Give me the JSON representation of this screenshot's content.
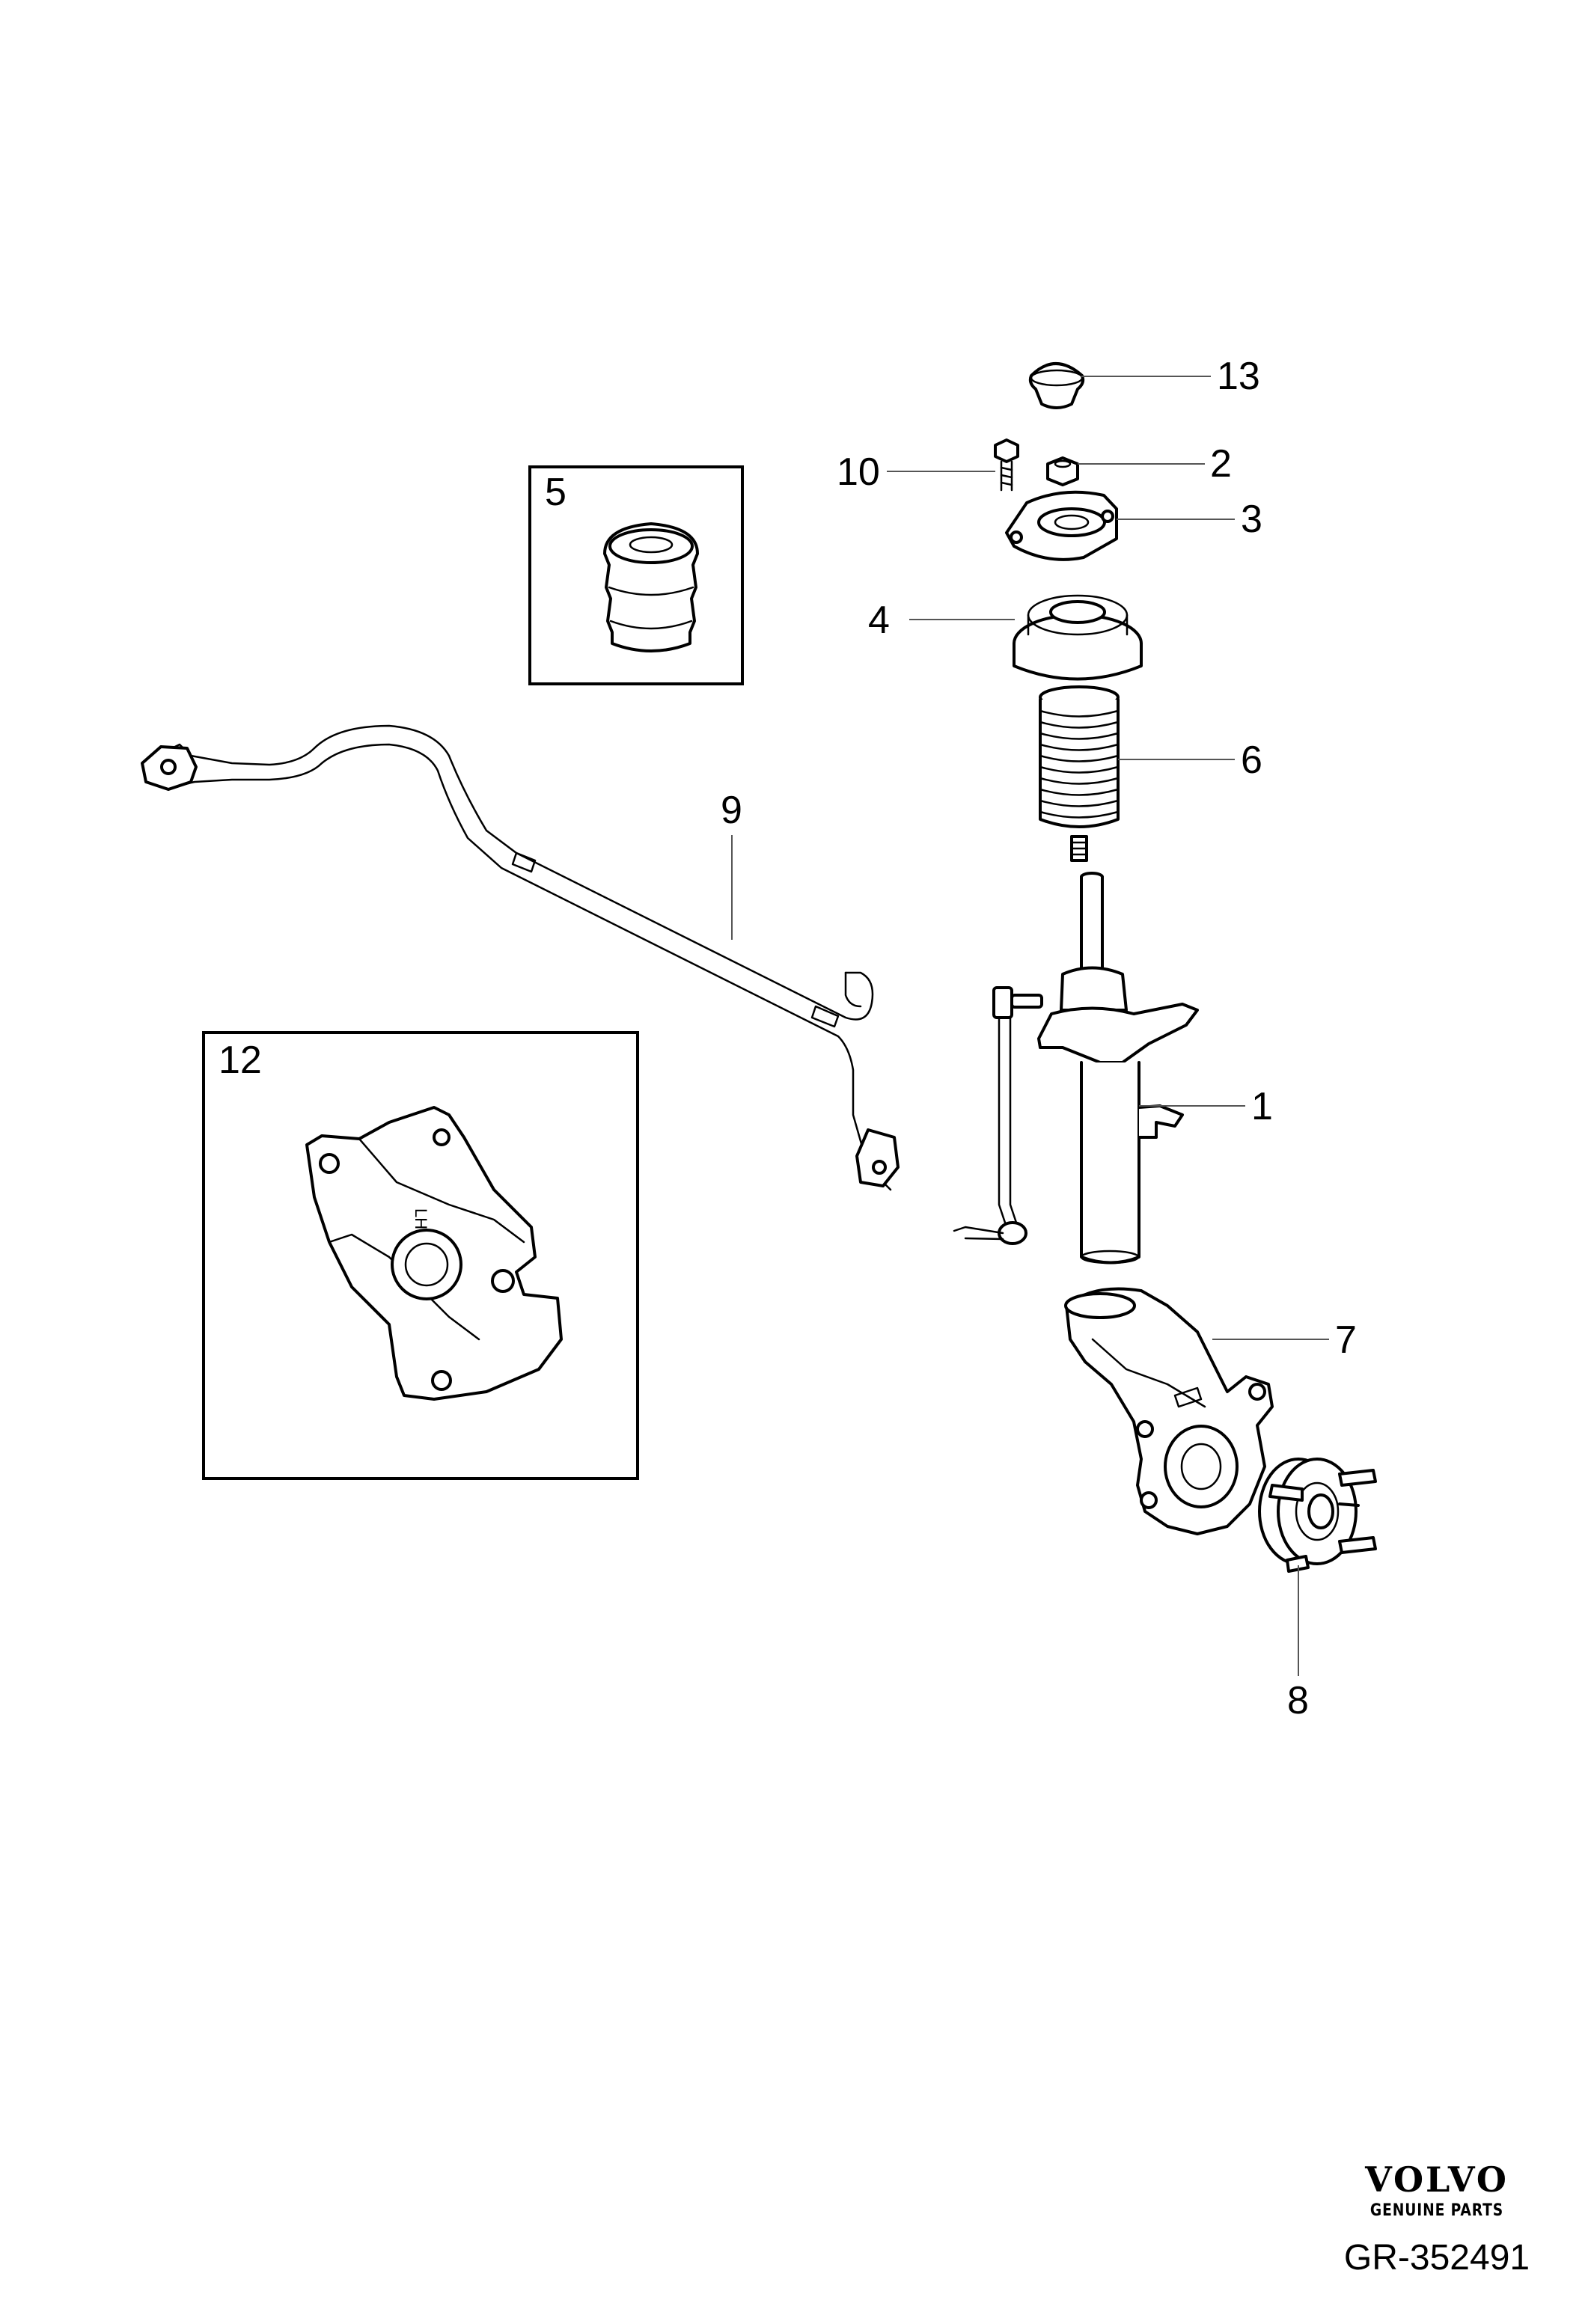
{
  "callouts": {
    "c1": "1",
    "c2": "2",
    "c3": "3",
    "c4": "4",
    "c5": "5",
    "c6": "6",
    "c7": "7",
    "c8": "8",
    "c9": "9",
    "c10": "10",
    "c12": "12",
    "c13": "13"
  },
  "brand": {
    "logo": "VOLVO",
    "subtitle": "GENUINE PARTS"
  },
  "reference": "GR-352491",
  "stamp_text": "LH"
}
